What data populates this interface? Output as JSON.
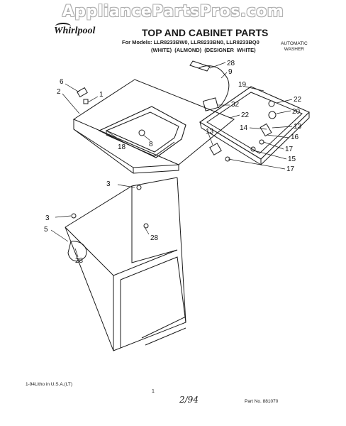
{
  "watermark": "AppliancePartsPros.com",
  "brand": "Whirlpool",
  "title": "TOP AND CABINET PARTS",
  "models_line": "For Models: LLR8233BW0, LLR8233BN0, LLR8233BQ0",
  "colors_line": "(WHITE)   (ALMOND)  (DESIGNER WHITE)",
  "product_type": [
    "AUTOMATIC",
    "WASHER"
  ],
  "footer": {
    "print_code": "1-94Litho in U.S.A.(LT)",
    "page_number": "1",
    "handwritten": "2/94",
    "part_number": "Part No. 881070"
  },
  "callouts": [
    "28",
    "9",
    "19",
    "22",
    "32",
    "20",
    "6",
    "1",
    "2",
    "22",
    "13",
    "14",
    "13",
    "16",
    "17",
    "15",
    "17",
    "18",
    "8",
    "3",
    "3",
    "28",
    "5",
    "28"
  ]
}
